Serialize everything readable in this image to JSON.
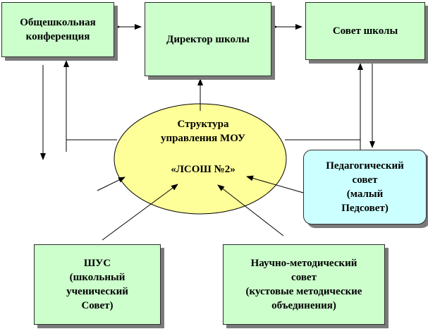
{
  "diagram": {
    "center": {
      "title_line1": "Структура",
      "title_line2": "управления МОУ",
      "school": "«ЛСОШ №2»",
      "fill_color": "#ffff99"
    },
    "boxes": {
      "conference": "Общешкольная\nконференция",
      "director": "Директор школы",
      "school_council": "Совет школы",
      "pedagogical_council": "Педагогический\nсовет\n(малый\nПедсовет)",
      "student_council": "ШУС\n(школьный\nученический\nСовет)",
      "methodical_council": "Научно-методический\nсовет\n(кустовые методические\nобъединения)"
    },
    "colors": {
      "green_box": "#ccffcc",
      "blue_box": "#ccffff",
      "shadow": "#7a7a7a",
      "line": "#000000"
    }
  }
}
